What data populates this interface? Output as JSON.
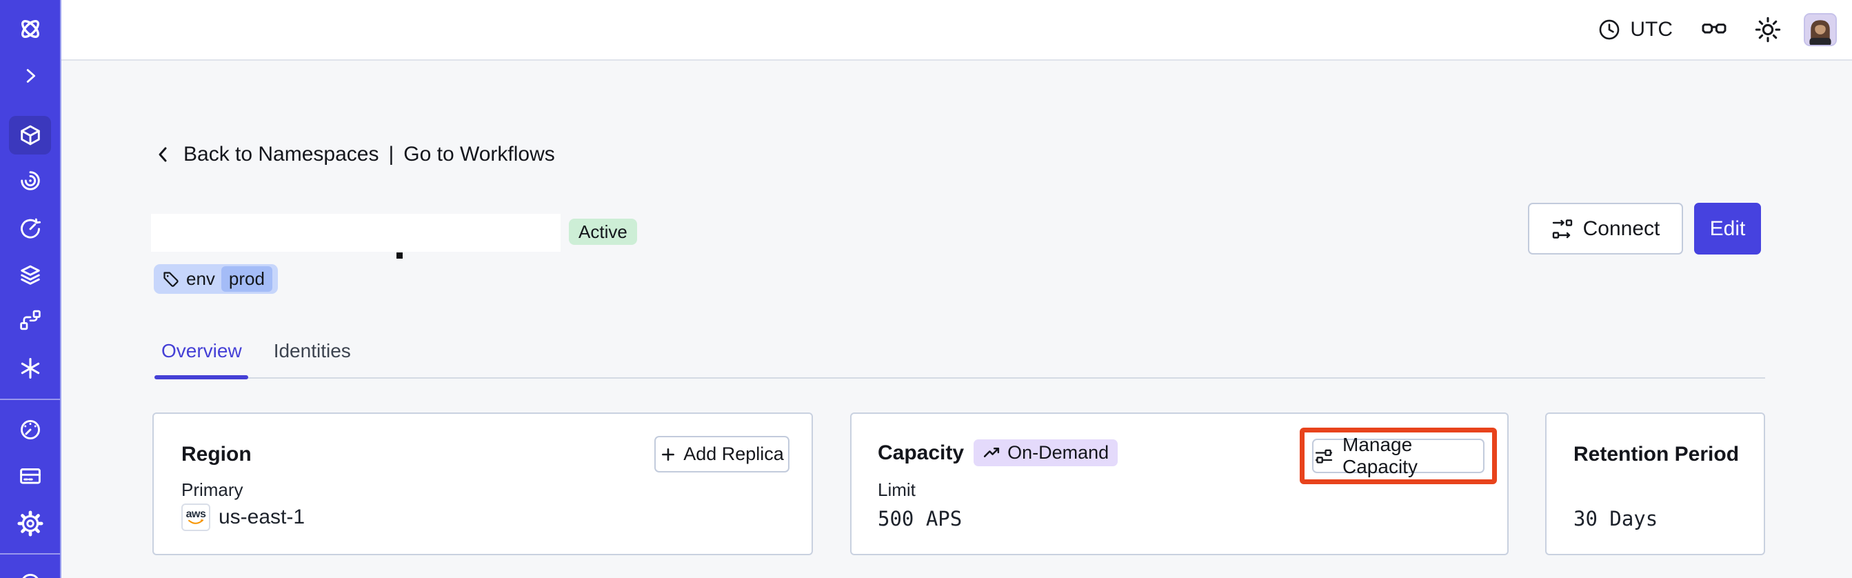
{
  "topbar": {
    "timezone": "UTC",
    "icons": [
      "clock-icon",
      "glasses-icon",
      "sun-icon",
      "avatar"
    ]
  },
  "sidebar": {
    "items": [
      {
        "icon": "temporal-logo-icon"
      },
      {
        "icon": "chevron-right-icon"
      },
      {
        "icon": "cube-icon",
        "active": true
      },
      {
        "icon": "swirl-icon"
      },
      {
        "icon": "clock-arrow-icon"
      },
      {
        "icon": "layers-icon"
      },
      {
        "icon": "branch-icon"
      },
      {
        "icon": "asterisk-icon"
      },
      {
        "icon": "gauge-icon"
      },
      {
        "icon": "credit-card-icon"
      },
      {
        "icon": "gear-icon"
      },
      {
        "icon": "circle-partial-icon"
      }
    ]
  },
  "breadcrumb": {
    "back": "Back to Namespaces",
    "separator": "|",
    "forward": "Go to Workflows"
  },
  "namespace": {
    "status": "Active",
    "tag_key": "env",
    "tag_value": "prod"
  },
  "actions": {
    "connect": "Connect",
    "edit": "Edit"
  },
  "tabs": {
    "overview": "Overview",
    "identities": "Identities"
  },
  "cards": {
    "region": {
      "title": "Region",
      "add_replica": "Add Replica",
      "primary_label": "Primary",
      "provider": "aws",
      "value": "us-east-1"
    },
    "capacity": {
      "title": "Capacity",
      "badge": "On-Demand",
      "manage": "Manage Capacity",
      "limit_label": "Limit",
      "limit_value": "500 APS"
    },
    "retention": {
      "title": "Retention Period",
      "value": "30 Days"
    }
  },
  "colors": {
    "sidebar": "#4642df",
    "sidebar_active": "#3b38bd",
    "accent_indigo": "#4540d6",
    "edit_button": "#4642df",
    "status_green_bg": "#cdeed6",
    "ondemand_lavender_bg": "#e4dafb",
    "tag_blue_bg": "#c7d6fb",
    "tag_chip_bg": "#a4bcf7",
    "annotation_red": "#e8431c",
    "content_bg": "#f6f7f9",
    "card_border": "#c9d1e0",
    "aws_orange": "#f79400"
  }
}
